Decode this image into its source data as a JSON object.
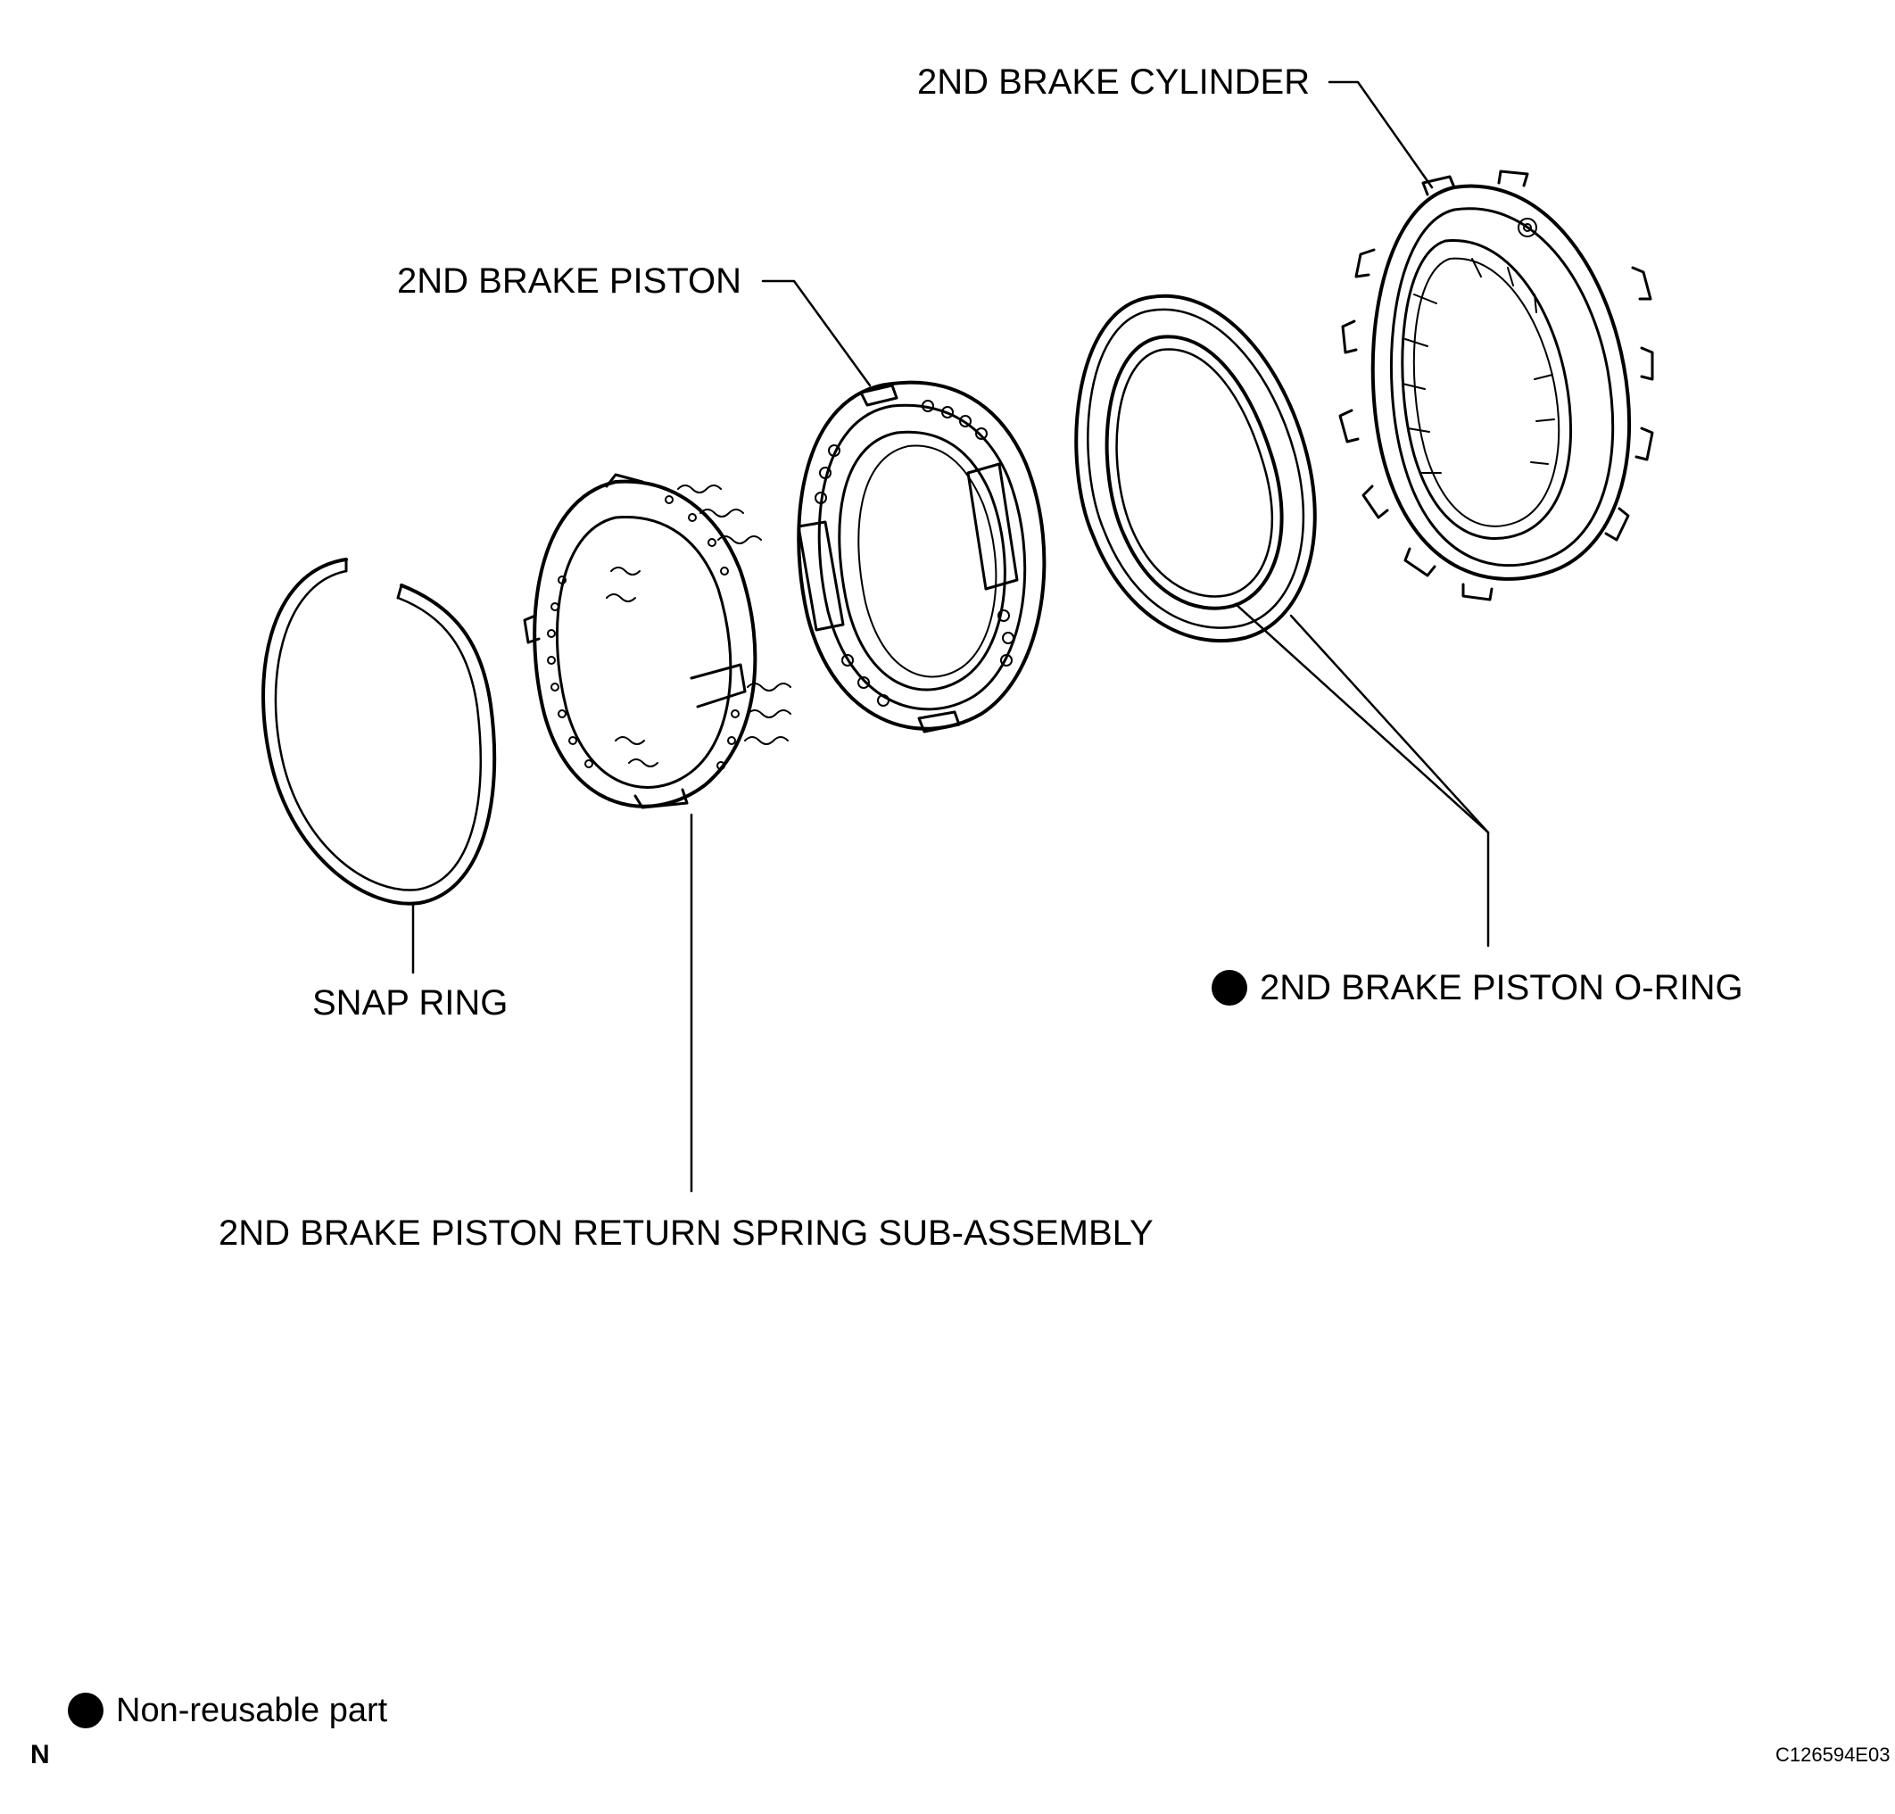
{
  "labels": {
    "cylinder": "2ND BRAKE CYLINDER",
    "piston": "2ND BRAKE PISTON",
    "snap_ring": "SNAP RING",
    "o_ring": "2ND BRAKE PISTON O-RING",
    "return_spring": "2ND BRAKE PISTON RETURN SPRING SUB-ASSEMBLY"
  },
  "legend": {
    "non_reusable": "Non-reusable part"
  },
  "footer": {
    "corner_mark": "N",
    "figure_code": "C126594E03"
  },
  "colors": {
    "ink": "#000000",
    "paper": "#ffffff"
  },
  "icons": {
    "non_reusable": "filled-circle-icon"
  }
}
